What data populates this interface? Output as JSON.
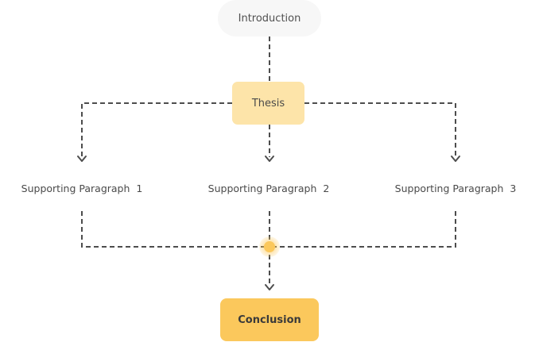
{
  "diagram": {
    "introduction": "Introduction",
    "thesis": "Thesis",
    "paragraphs": [
      "Supporting Paragraph  1",
      "Supporting Paragraph  2",
      "Supporting Paragraph  3"
    ],
    "conclusion": "Conclusion"
  },
  "colors": {
    "introduction_fill": "#f7f7f7",
    "thesis_fill": "#fde4a9",
    "conclusion_fill": "#fbc85c",
    "connector": "#4d4d4d",
    "junction": "#fbc85c"
  }
}
